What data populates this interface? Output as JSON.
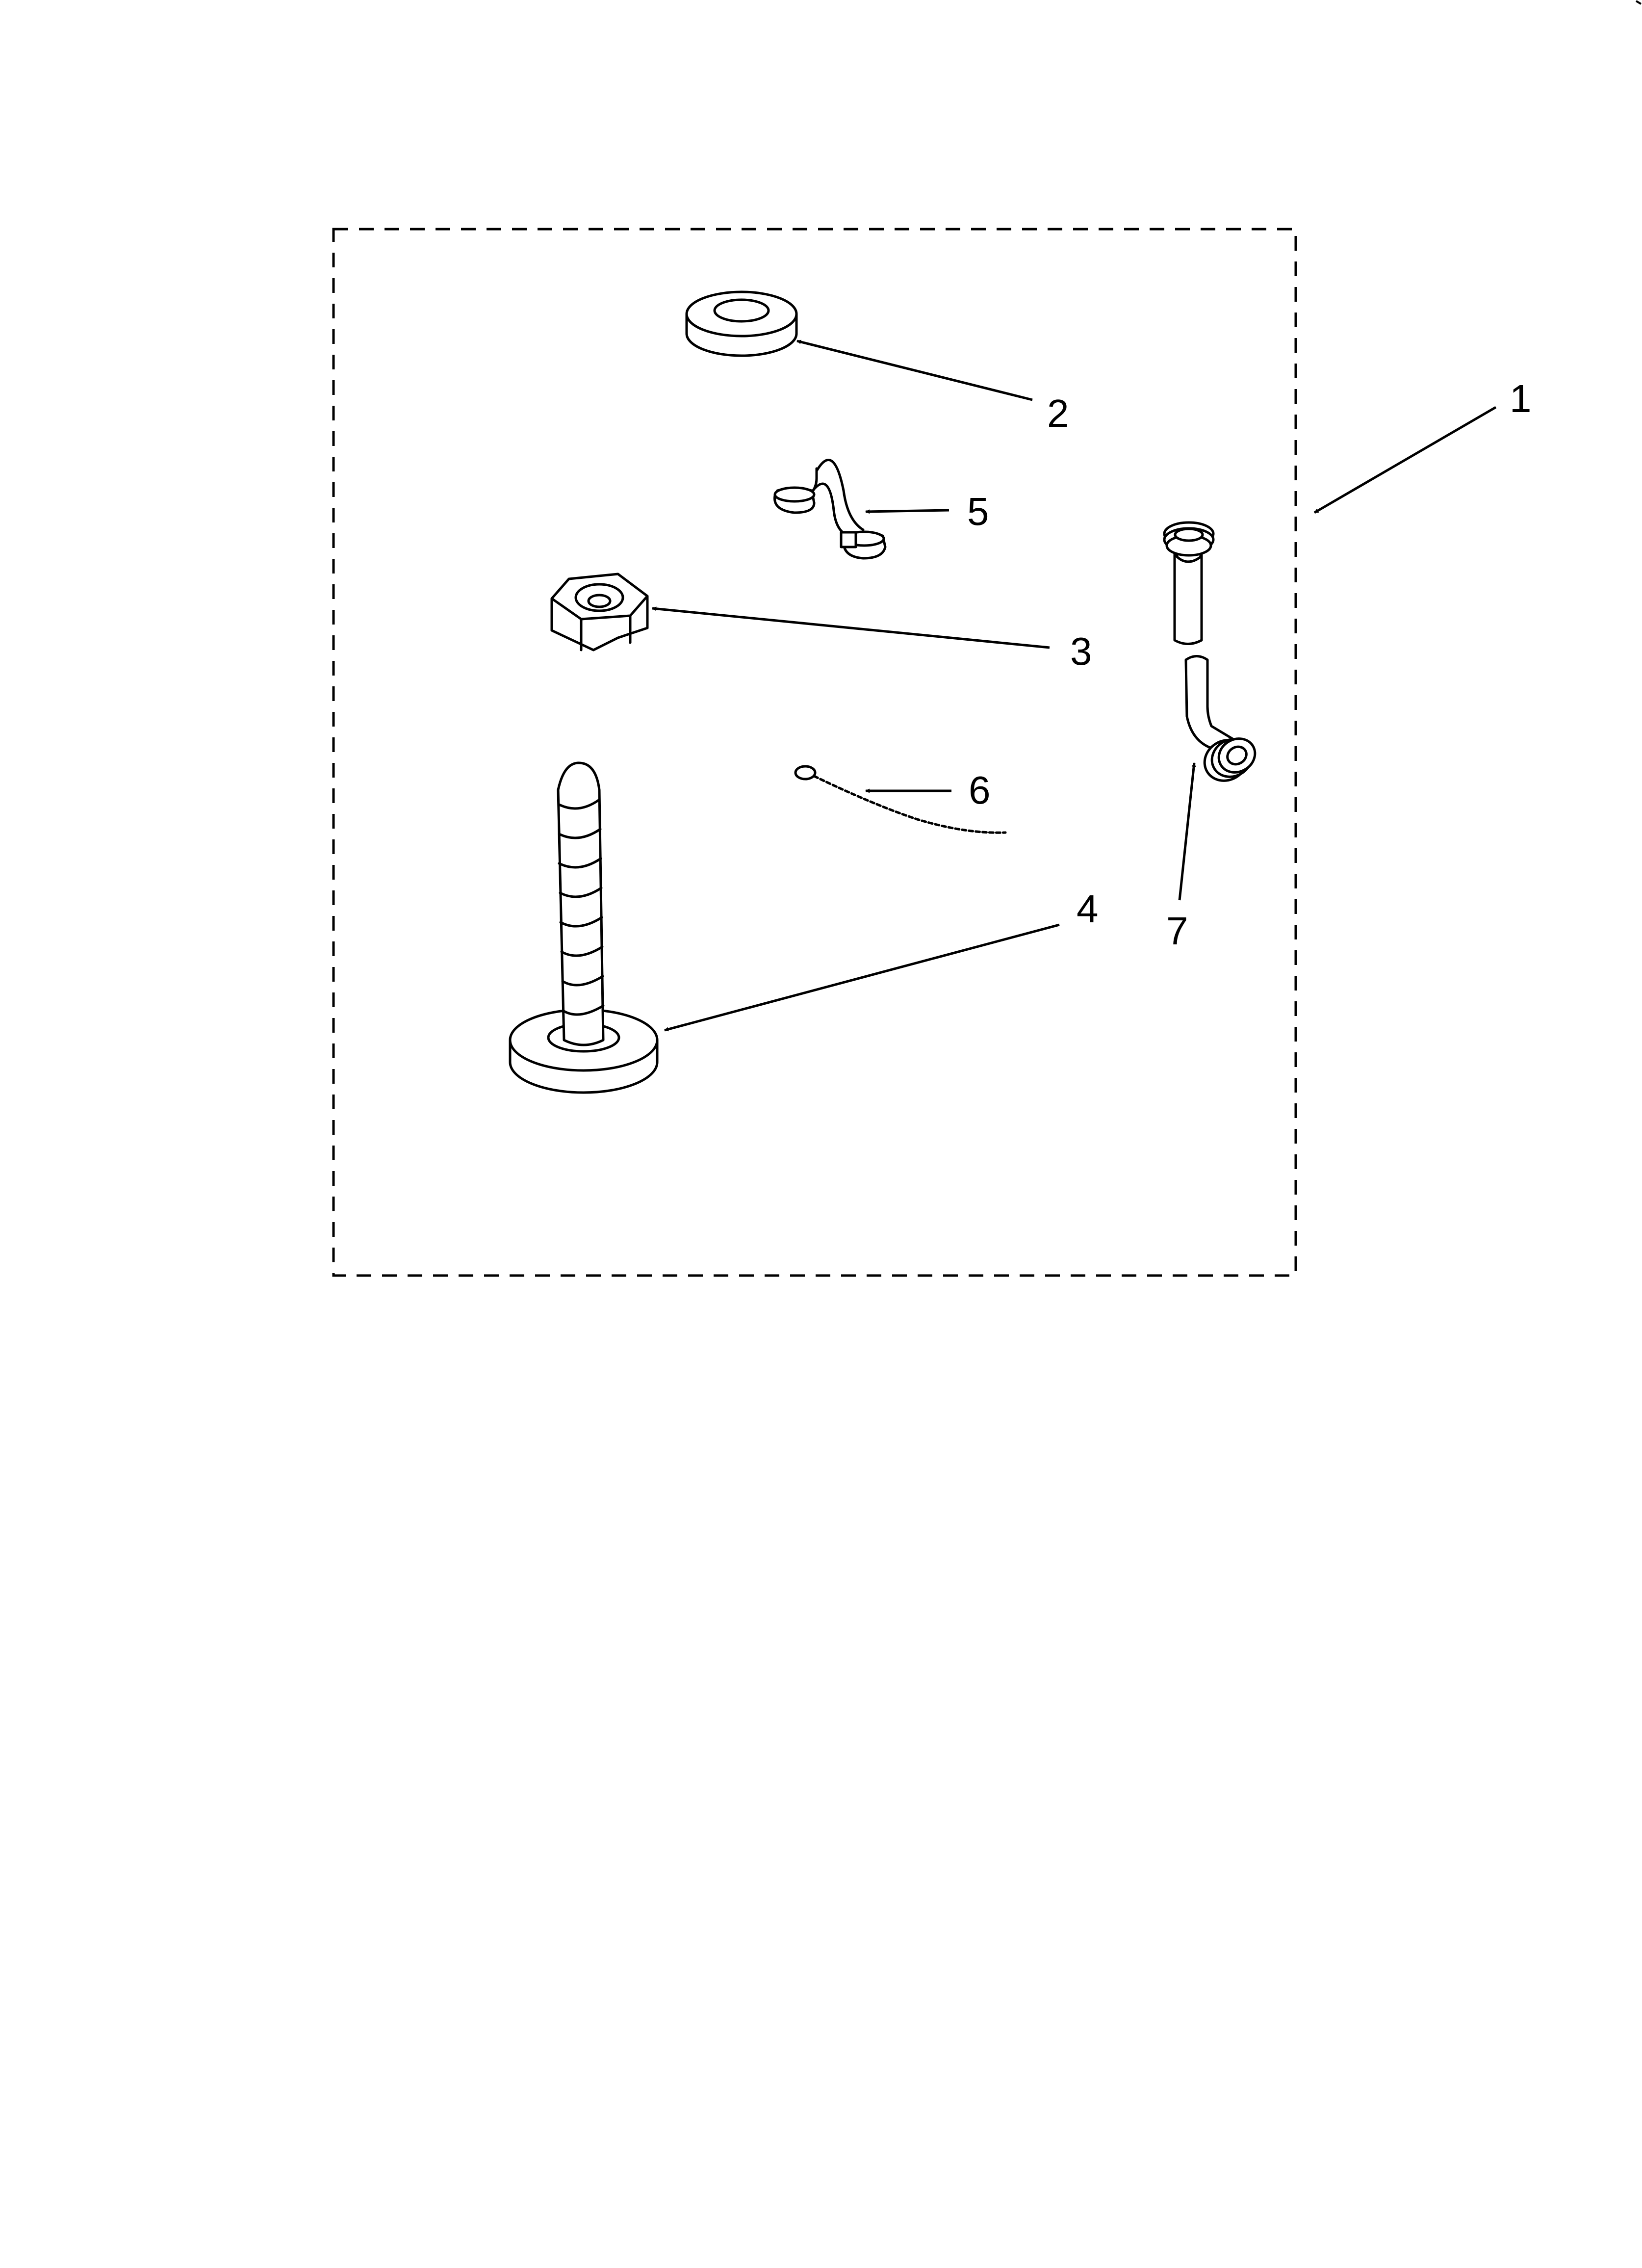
{
  "diagram": {
    "callouts": [
      {
        "id": "1",
        "label": "1"
      },
      {
        "id": "2",
        "label": "2"
      },
      {
        "id": "3",
        "label": "3"
      },
      {
        "id": "4",
        "label": "4"
      },
      {
        "id": "5",
        "label": "5"
      },
      {
        "id": "6",
        "label": "6"
      },
      {
        "id": "7",
        "label": "7"
      }
    ],
    "parts": [
      {
        "callout": "2",
        "icon": "washer-icon"
      },
      {
        "callout": "3",
        "icon": "hex-nut-icon"
      },
      {
        "callout": "4",
        "icon": "leveling-foot-bolt-icon"
      },
      {
        "callout": "5",
        "icon": "hose-clamp-icon"
      },
      {
        "callout": "6",
        "icon": "beaded-cable-tie-icon"
      },
      {
        "callout": "7",
        "icon": "drain-hose-icon"
      }
    ],
    "kit_boundary": {
      "callout": "1",
      "icon": "dashed-kit-boundary"
    }
  }
}
